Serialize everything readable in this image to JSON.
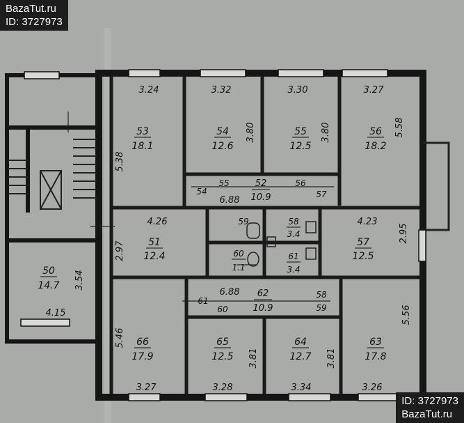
{
  "watermark": {
    "site": "BazaTut.ru",
    "id_text": "ID: 3727973"
  },
  "rooms": [
    {
      "number": "53",
      "area": "18.1"
    },
    {
      "number": "54",
      "area": "12.6"
    },
    {
      "number": "55",
      "area": "12.5"
    },
    {
      "number": "56",
      "area": "18.2"
    },
    {
      "number": "52",
      "area": "10.9"
    },
    {
      "number": "51",
      "area": "12.4"
    },
    {
      "number": "59",
      "area": ""
    },
    {
      "number": "60",
      "area": "1.1"
    },
    {
      "number": "58",
      "area": "3.4"
    },
    {
      "number": "61",
      "area": "3.4"
    },
    {
      "number": "57",
      "area": "12.5"
    },
    {
      "number": "50",
      "area": "14.7"
    },
    {
      "number": "62",
      "area": "10.9"
    },
    {
      "number": "66",
      "area": "17.9"
    },
    {
      "number": "65",
      "area": "12.5"
    },
    {
      "number": "64",
      "area": "12.7"
    },
    {
      "number": "63",
      "area": "17.8"
    }
  ],
  "dimensions": [
    "3.24",
    "3.32",
    "3.30",
    "3.27",
    "3.80",
    "3.80",
    "5.58",
    "5.38",
    "6.88",
    "4.26",
    "4.23",
    "2.97",
    "2.95",
    "3.54",
    "4.15",
    "6.88",
    "5.46",
    "5.56",
    "3.81",
    "3.81",
    "3.27",
    "3.28",
    "3.34",
    "3.26"
  ],
  "door_marks": [
    "54",
    "55",
    "56",
    "57",
    "61",
    "60",
    "58",
    "59"
  ]
}
